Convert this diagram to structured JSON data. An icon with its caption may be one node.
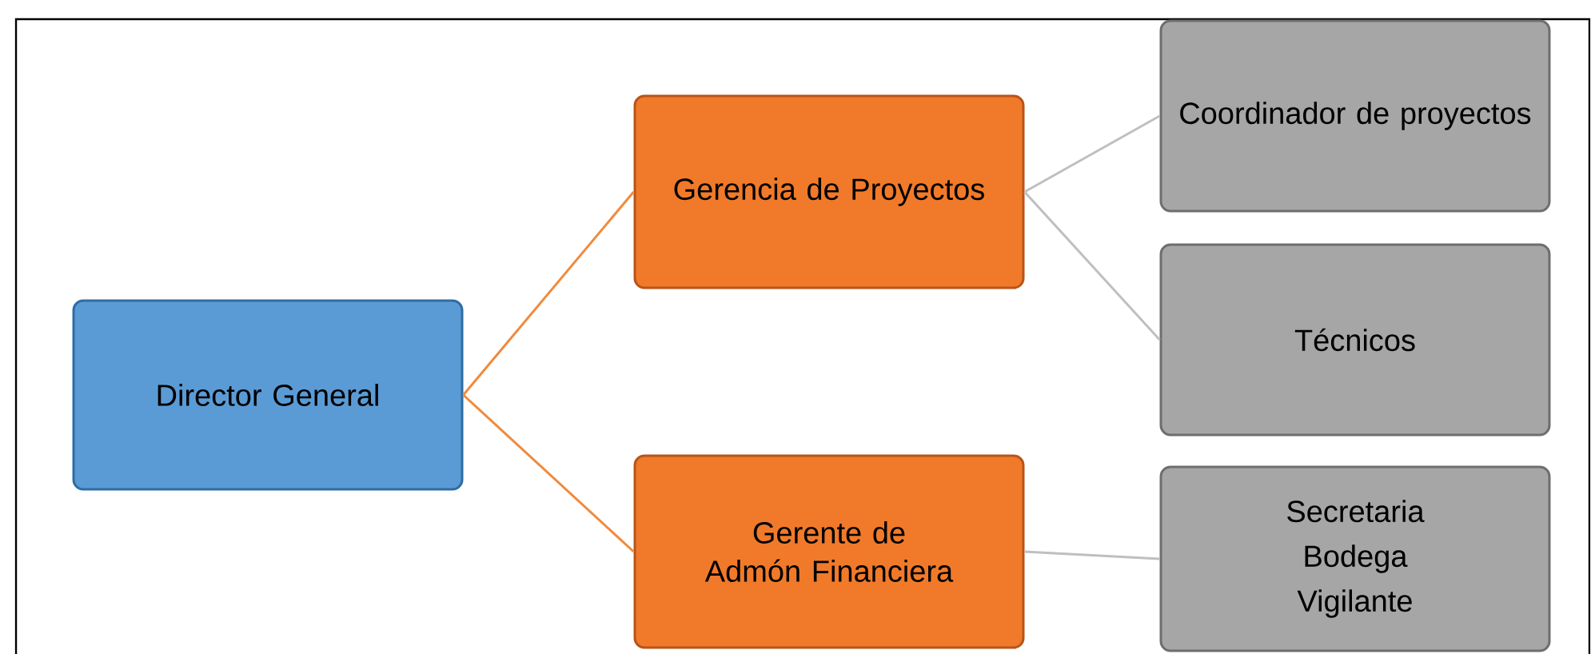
{
  "diagram": {
    "nodes": [
      {
        "text": [
          "Director General"
        ]
      },
      {
        "text": [
          "Gerencia de Proyectos"
        ]
      },
      {
        "text": [
          "Gerente de Admón Financiera"
        ]
      },
      {
        "text": [
          "Coordinador de proyectos"
        ]
      },
      {
        "text": [
          "Técnicos"
        ]
      },
      {
        "text": [
          "Secretaria",
          "Bodega",
          "Vigilante"
        ]
      }
    ],
    "edges": [
      {
        "from": 0,
        "to": 1,
        "arrow": "none",
        "color": "#f08a3c"
      },
      {
        "from": 0,
        "to": 2,
        "arrow": "none",
        "color": "#f08a3c"
      },
      {
        "from": 1,
        "to": 3,
        "arrow": "none"
      },
      {
        "from": 1,
        "to": 4,
        "arrow": "none"
      },
      {
        "from": 2,
        "to": 5,
        "arrow": "none"
      }
    ]
  }
}
